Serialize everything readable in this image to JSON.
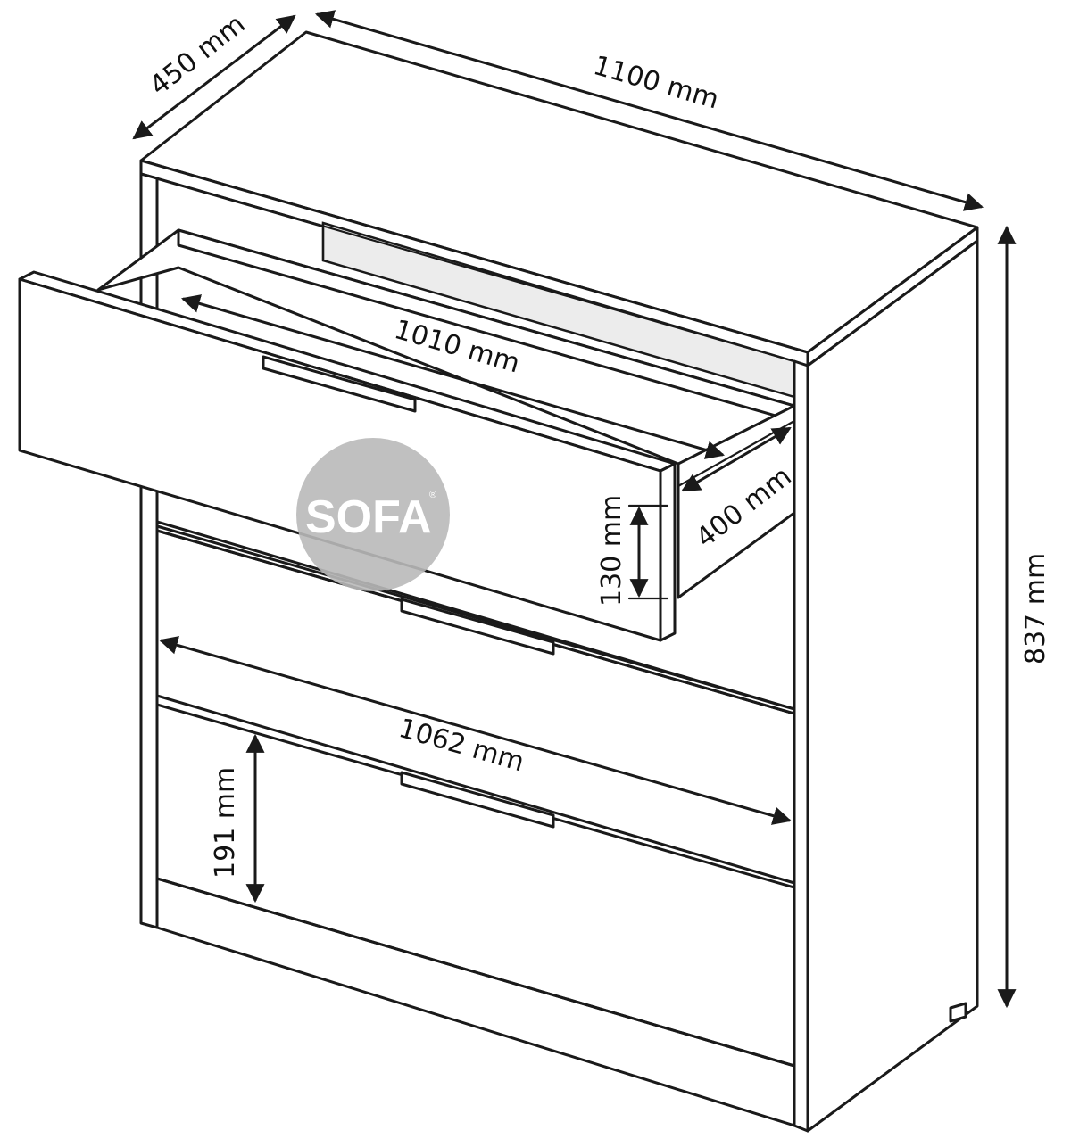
{
  "dimensions": {
    "depth": "450 mm",
    "width": "1100 mm",
    "height": "837 mm",
    "drawer_inner_width": "1010 mm",
    "drawer_depth": "400 mm",
    "drawer_height": "130 mm",
    "front_width": "1062 mm",
    "front_height": "191 mm"
  },
  "watermark": {
    "text": "SOFA",
    "mark": "®",
    "circle_color": "#b9b9b9"
  },
  "colors": {
    "line": "#1a1a1a",
    "background": "#ffffff",
    "interior_shade": "#ececec"
  }
}
